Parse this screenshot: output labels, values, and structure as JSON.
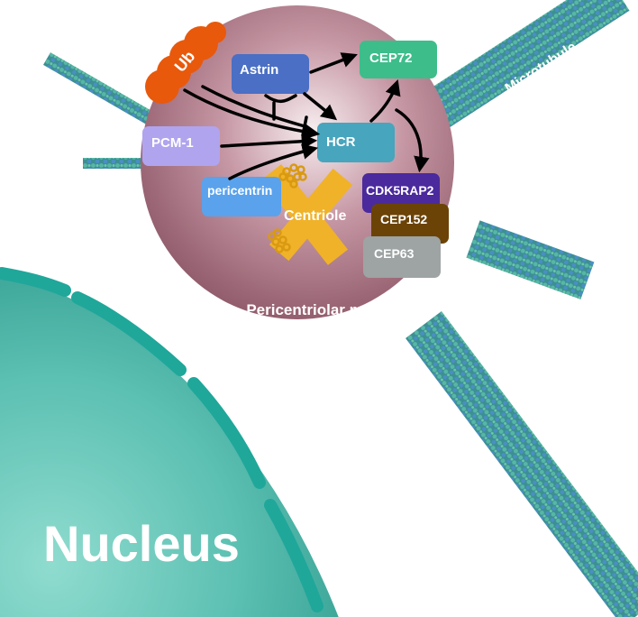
{
  "labels": {
    "ub": "Ub",
    "astrin": "Astrin",
    "cep72": "CEP72",
    "pcm1": "PCM-1",
    "hcr": "HCR",
    "pericentrin": "pericentrin",
    "cdk5rap2": "CDK5RAP2",
    "cep152": "CEP152",
    "cep63": "CEP63",
    "centriole": "Centriole",
    "pcm": "Pericentriolar matrix",
    "microtubule": "Microtubule",
    "nucleus": "Nucleus"
  },
  "colors": {
    "pcm_sphere": "#a3707f",
    "ub": "#e8590c",
    "astrin": "#4a6fc4",
    "cep72": "#3dbd8a",
    "pcm1": "#b0a4ee",
    "hcr": "#47a5bd",
    "pericentrin": "#5aa2ec",
    "cdk5rap2": "#4a2a9c",
    "cep152": "#6b4307",
    "cep63": "#9ea3a3",
    "centriole": "#f0b228",
    "nucleus": "#5fc3b6",
    "nucleus_envelope": "#1fa79a",
    "microtubule": "#3fa9a0"
  }
}
